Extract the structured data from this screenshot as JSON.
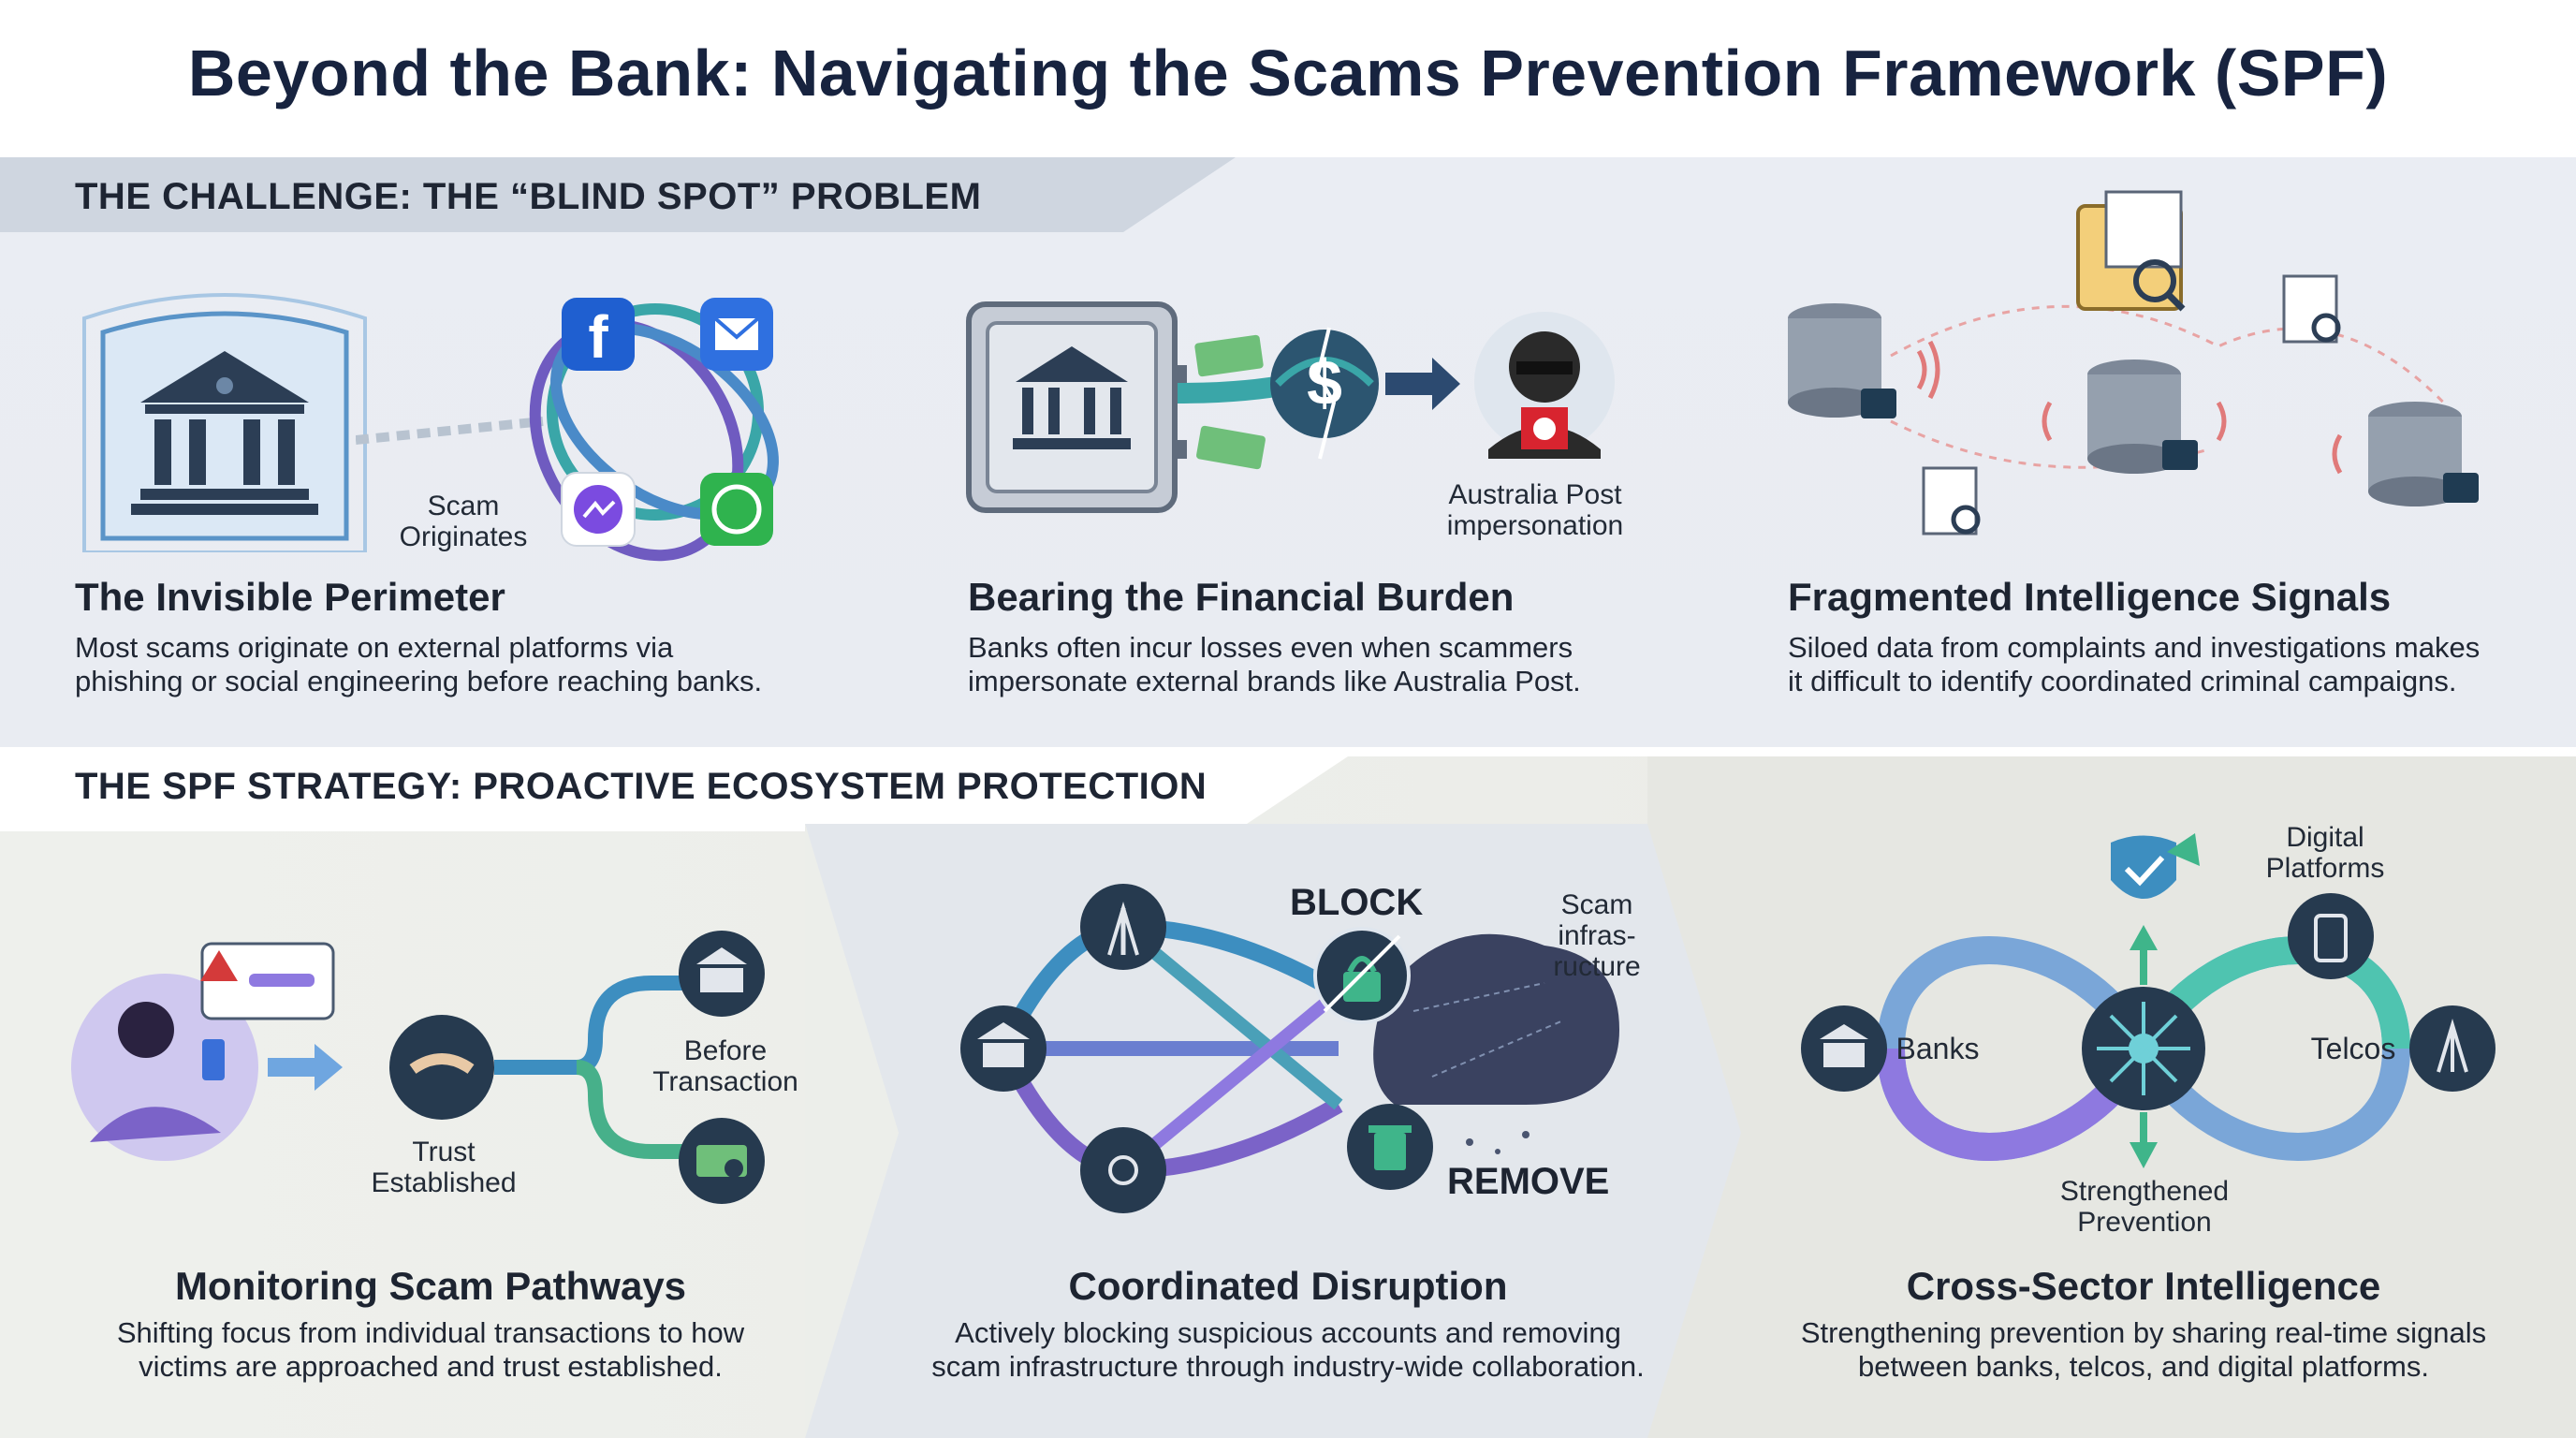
{
  "title": "Beyond the Bank: Navigating the Scams Prevention Framework (SPF)",
  "challenge": {
    "heading": "THE CHALLENGE: THE “BLIND SPOT” PROBLEM",
    "cards": [
      {
        "title": "The Invisible Perimeter",
        "desc_line1": "Most scams originate on external platforms via",
        "desc_line2": "phishing or social engineering before reaching banks.",
        "label": "Scam\nOriginates"
      },
      {
        "title": "Bearing the Financial Burden",
        "desc_line1": "Banks often incur losses even when scammers",
        "desc_line2": "impersonate external brands like Australia Post.",
        "label": "Australia Post\nimpersonation"
      },
      {
        "title": "Fragmented Intelligence Signals",
        "desc_line1": "Siloed data from complaints and investigations makes",
        "desc_line2": "it difficult to identify coordinated criminal campaigns."
      }
    ]
  },
  "strategy": {
    "heading": "THE SPF STRATEGY: PROACTIVE ECOSYSTEM PROTECTION",
    "cards": [
      {
        "title": "Monitoring Scam Pathways",
        "desc_line1": "Shifting focus from individual transactions to how",
        "desc_line2": "victims are approached and trust established.",
        "label_trust": "Trust\nEstablished",
        "label_before": "Before\nTransaction"
      },
      {
        "title": "Coordinated Disruption",
        "desc_line1": "Actively blocking suspicious accounts and removing",
        "desc_line2": "scam infrastructure through industry-wide collaboration.",
        "label_block": "BLOCK",
        "label_remove": "REMOVE",
        "label_infra": "Scam\ninfras-\nructure"
      },
      {
        "title": "Cross-Sector Intelligence",
        "desc_line1": "Strengthening prevention by sharing real-time signals",
        "desc_line2": "between banks, telcos, and digital platforms.",
        "label_banks": "Banks",
        "label_telcos": "Telcos",
        "label_digital": "Digital\nPlatforms",
        "label_prevention": "Strengthened\nPrevention"
      }
    ]
  },
  "colors": {
    "navy": "#17233f",
    "teal": "#3aa6a8",
    "purple": "#7b63c8",
    "darkcircle": "#263a4f",
    "red": "#d43a3a",
    "green": "#2f9e52"
  }
}
